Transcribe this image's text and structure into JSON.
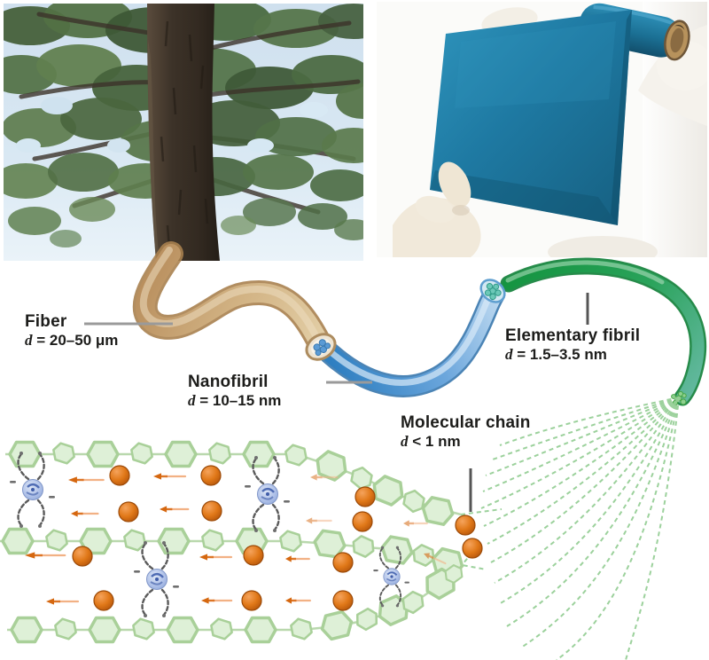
{
  "labels": {
    "fiber": {
      "name": "Fiber",
      "d": "d",
      "dim": "= 20–50 μm"
    },
    "nanofibril": {
      "name": "Nanofibril",
      "d": "d",
      "dim": "= 10–15 nm"
    },
    "elementary_fibril": {
      "name": "Elementary fibril",
      "d": "d",
      "dim": "= 1.5–3.5 nm"
    },
    "molecular_chain": {
      "name": "Molecular chain",
      "d": "d",
      "dim": "< 1 nm"
    }
  },
  "colors": {
    "label_text": "#1d1d1b",
    "pointer_gray": "#999999",
    "fiber_tan": "#c9a06a",
    "nanofibril_blue": "#3b82c4",
    "elementary_fibril_green": "#1a9a44",
    "fibril_teal": "#5fb79b",
    "molecular_chain_green": "#aed29e",
    "ion_orange": "#d2691e",
    "crosslink_blue": "#9db4e0",
    "membrane_blue": "#1f7fa5",
    "foliage_green": "#4e6c40",
    "sky_blue": "#d7e7f2"
  }
}
